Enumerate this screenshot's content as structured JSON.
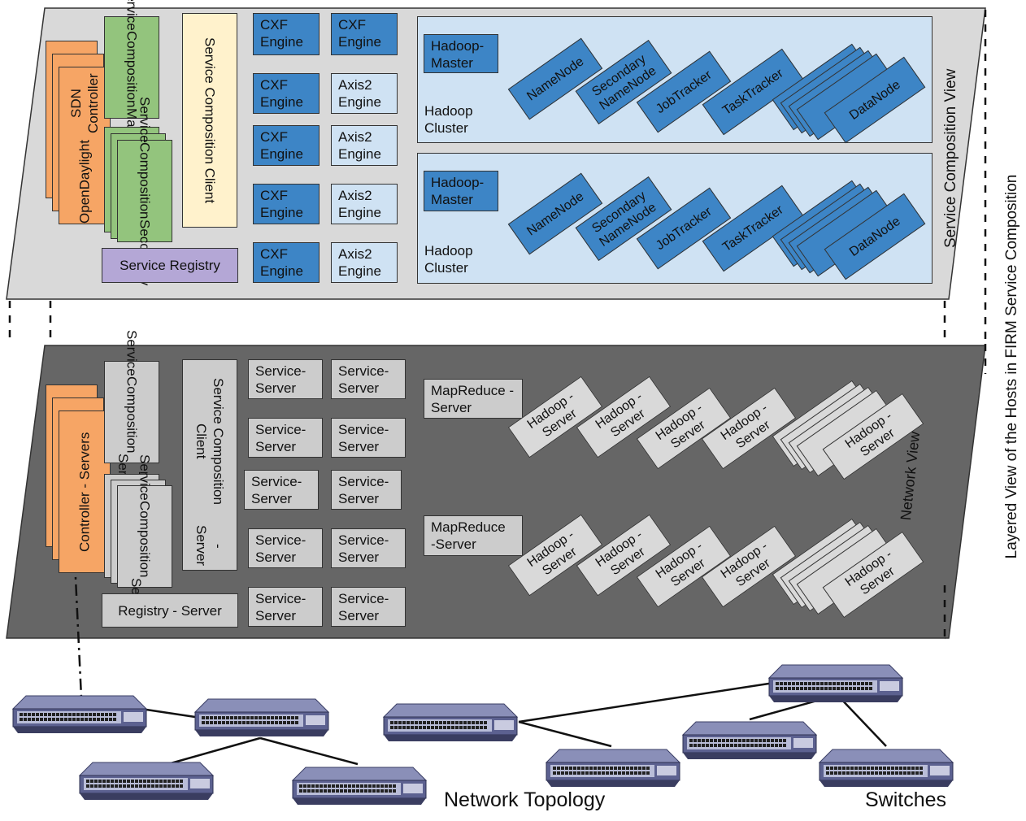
{
  "side_title": "Layered View of the Hosts in FIRM Service Composition",
  "service_layer": {
    "view_label": "Service Composition View",
    "controller": [
      "OpenDaylight",
      "SDN Controller"
    ],
    "master": [
      "Service",
      "Composition",
      "Master"
    ],
    "secondary": [
      "Service",
      "Composition",
      "Secondary"
    ],
    "client": "Service Composition Client",
    "registry": "Service Registry",
    "engines": [
      [
        "CXF Engine",
        "CXF Engine"
      ],
      [
        "CXF Engine",
        "Axis2 Engine"
      ],
      [
        "CXF Engine",
        "Axis2 Engine"
      ],
      [
        "CXF Engine",
        "Axis2 Engine"
      ],
      [
        "CXF Engine",
        "Axis2 Engine"
      ]
    ],
    "clusters": [
      {
        "master": "Hadoop-Master",
        "label": "Hadoop Cluster",
        "nodes": [
          "NameNode",
          "Secondary NameNode",
          "JobTracker",
          "TaskTracker",
          "DataNode"
        ]
      },
      {
        "master": "Hadoop-Master",
        "label": "Hadoop Cluster",
        "nodes": [
          "NameNode",
          "Secondary NameNode",
          "JobTracker",
          "TaskTracker",
          "DataNode"
        ]
      }
    ]
  },
  "network_layer": {
    "view_label": "Network View",
    "controller": "Controller - Servers",
    "master": [
      "Service",
      "Composition",
      "- Server"
    ],
    "secondary": [
      "Service",
      "Composition",
      "-Server"
    ],
    "client": [
      "Service Composition Client",
      "- Server"
    ],
    "registry": "Registry - Server",
    "server_label": "Service-Server",
    "mapreduce": [
      "MapReduce - Server",
      "MapReduce -Server"
    ],
    "hadoop_server": "Hadoop - Server"
  },
  "topology": {
    "label": "Network Topology",
    "switches_label": "Switches"
  },
  "colors": {
    "orange": "#f6a565",
    "green": "#93c47d",
    "cream": "#fff2cc",
    "purple": "#b4a7d6",
    "blue_dark": "#3d85c6",
    "blue_light": "#cfe2f3",
    "panel_light": "#d9d9d9",
    "panel_dark": "#666666"
  }
}
